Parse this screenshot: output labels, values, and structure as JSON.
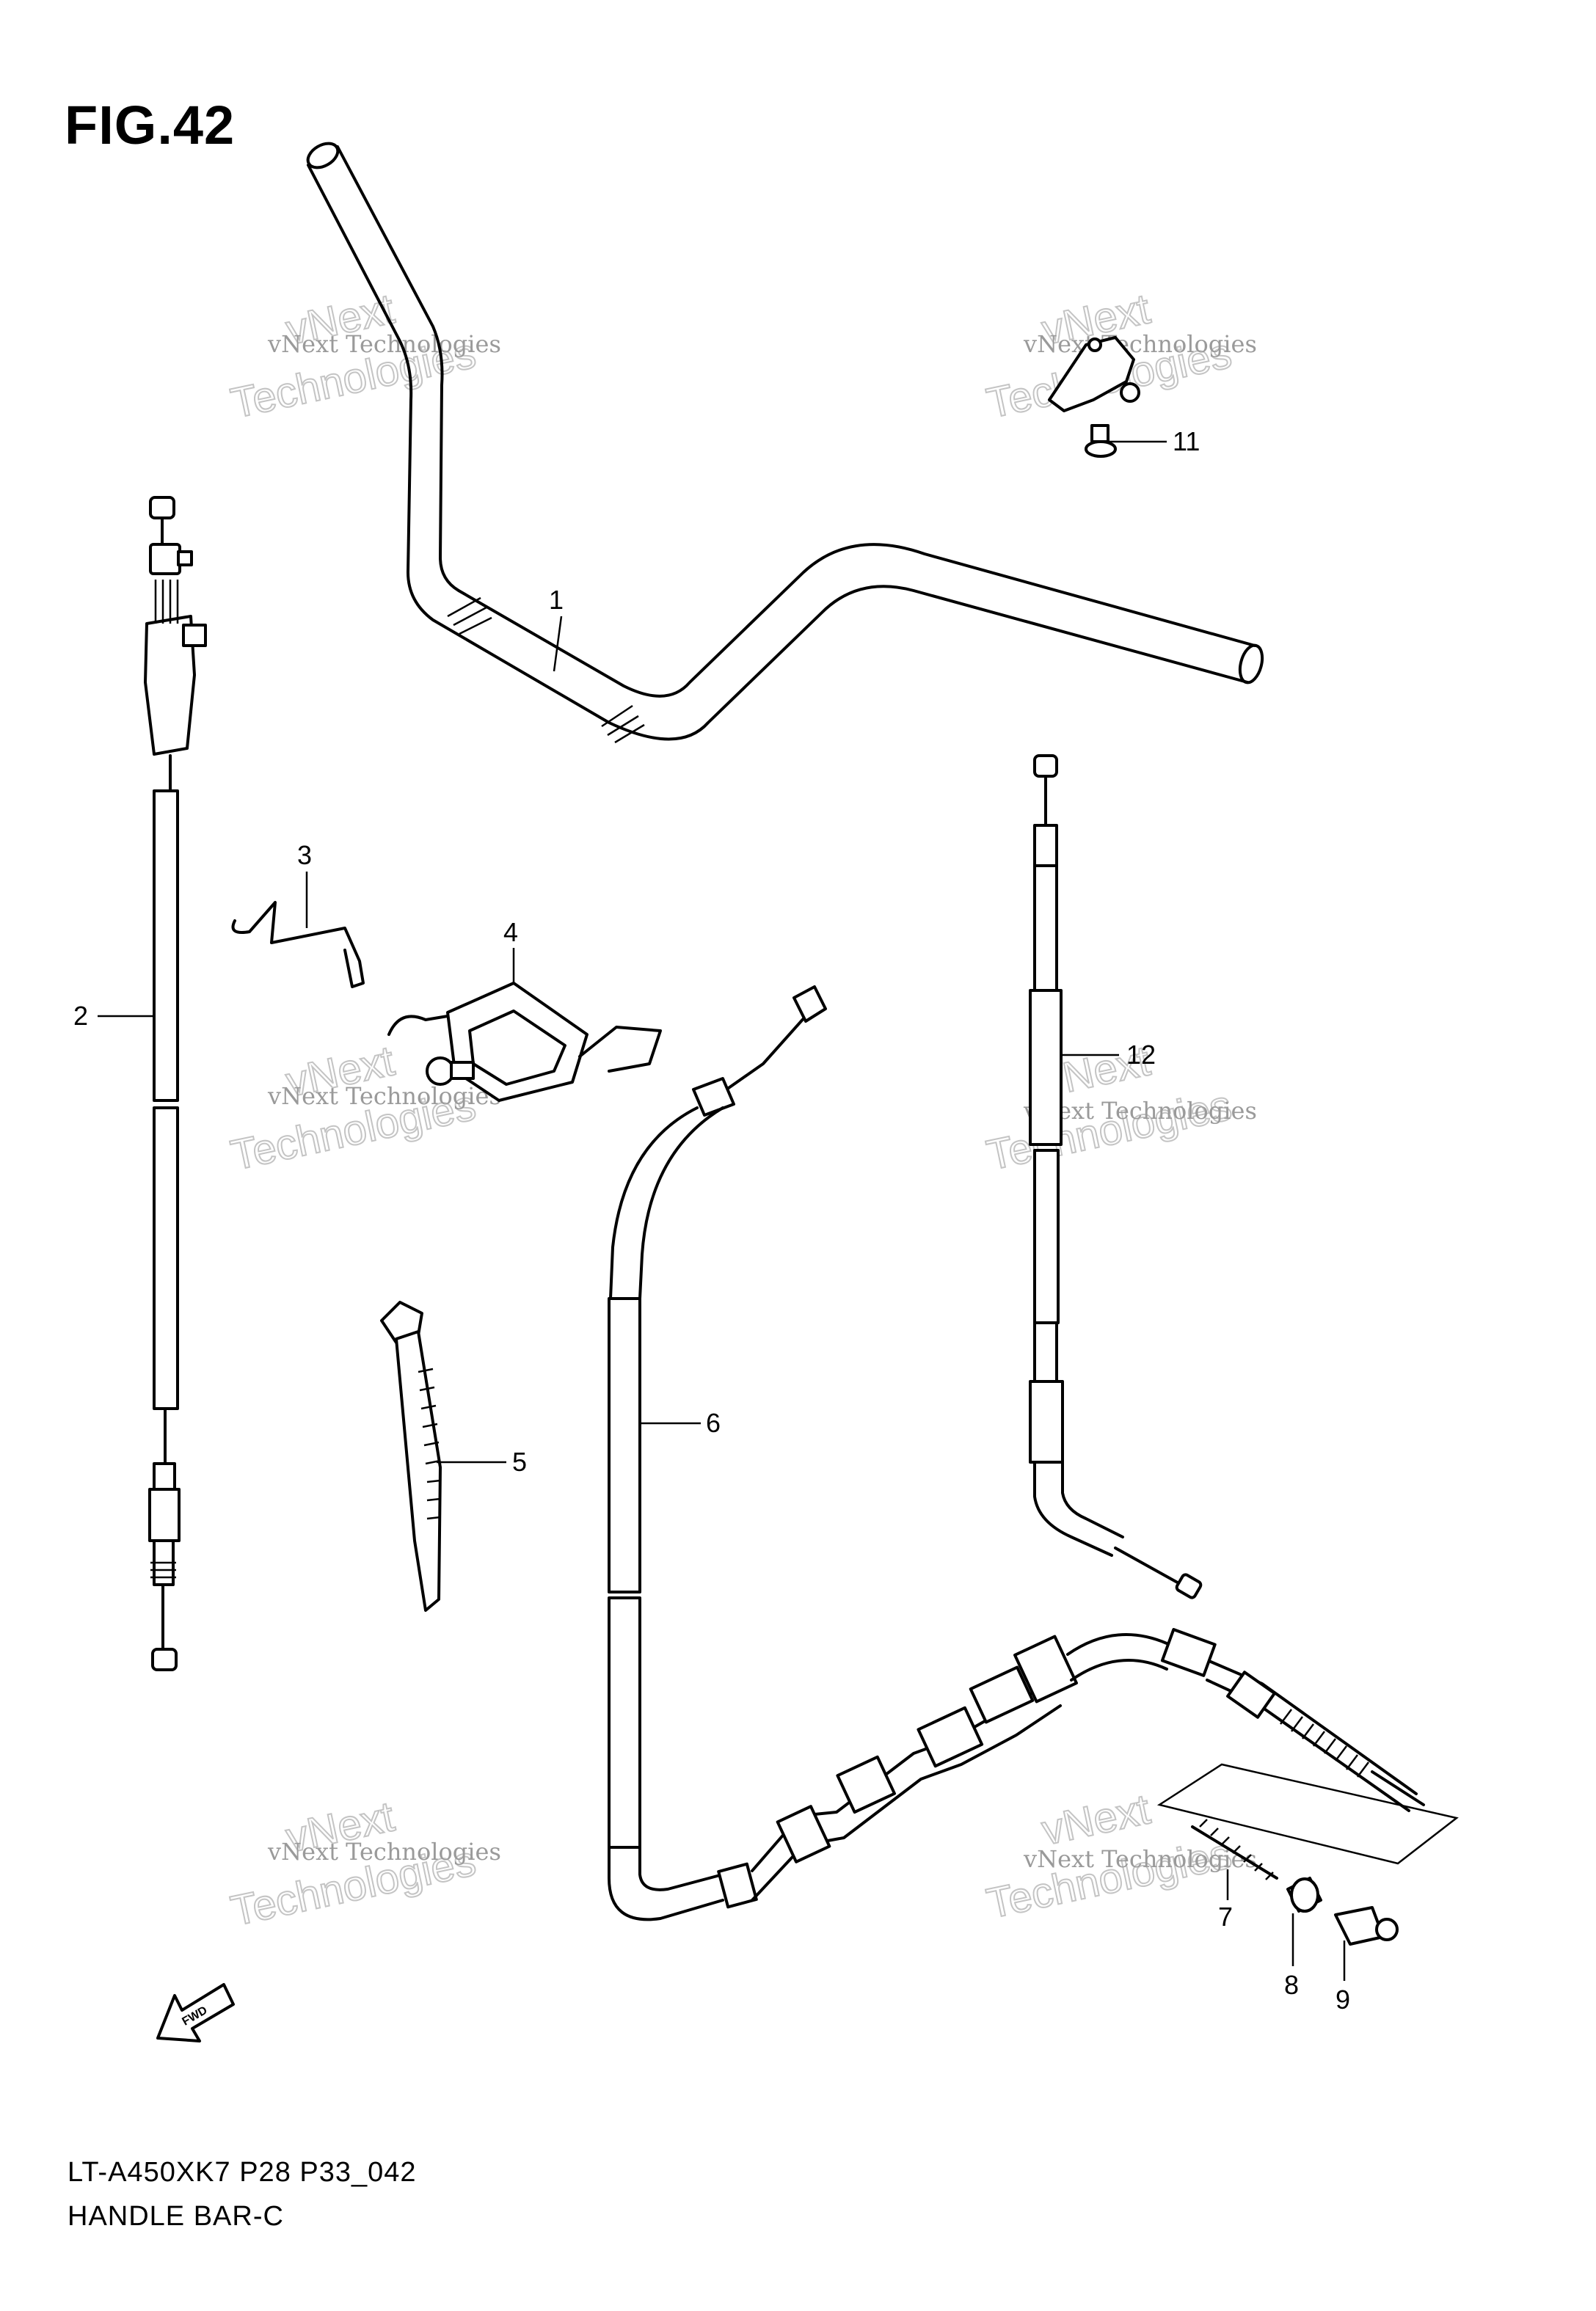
{
  "figure": {
    "title": "FIG.42"
  },
  "footer": {
    "model_code": "LT-A450XK7 P28 P33_042",
    "section_title": "HANDLE BAR-C"
  },
  "callouts": [
    {
      "id": "1",
      "label": "1",
      "part": "handlebar"
    },
    {
      "id": "2",
      "label": "2",
      "part": "throttle-cable"
    },
    {
      "id": "3",
      "label": "3",
      "part": "wire-spring-clip"
    },
    {
      "id": "4",
      "label": "4",
      "part": "cable-guide-clamp"
    },
    {
      "id": "5",
      "label": "5",
      "part": "cable-tie"
    },
    {
      "id": "6",
      "label": "6",
      "part": "brake-cable"
    },
    {
      "id": "7",
      "label": "7",
      "part": "spring"
    },
    {
      "id": "8",
      "label": "8",
      "part": "joint-pin"
    },
    {
      "id": "9",
      "label": "9",
      "part": "cable-end"
    },
    {
      "id": "11",
      "label": "11",
      "part": "screw"
    },
    {
      "id": "12",
      "label": "12",
      "part": "rear-cable"
    }
  ],
  "watermark": {
    "line1": "vNext Technologies",
    "big_part1": "vNext",
    "big_part2": "Technologies"
  },
  "icons": {
    "fwd_arrow_label": "FWD"
  }
}
